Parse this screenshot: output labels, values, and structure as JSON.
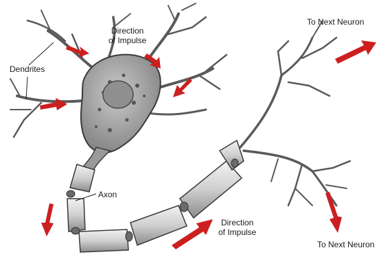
{
  "labels": {
    "dendrites": "Dendrites",
    "direction_top_line1": "Direction",
    "direction_top_line2": "of Impulse",
    "to_next_neuron_top": "To Next Neuron",
    "axon": "Axon",
    "direction_bottom_line1": "Direction",
    "direction_bottom_line2": "of Impulse",
    "to_next_neuron_bottom": "To Next Neuron"
  },
  "colors": {
    "arrow": "#cc1f1f",
    "cell_body": "#9a9a9a",
    "myelin": "#d6d6d6",
    "outline": "#3a3a3a",
    "background": "#ffffff"
  }
}
